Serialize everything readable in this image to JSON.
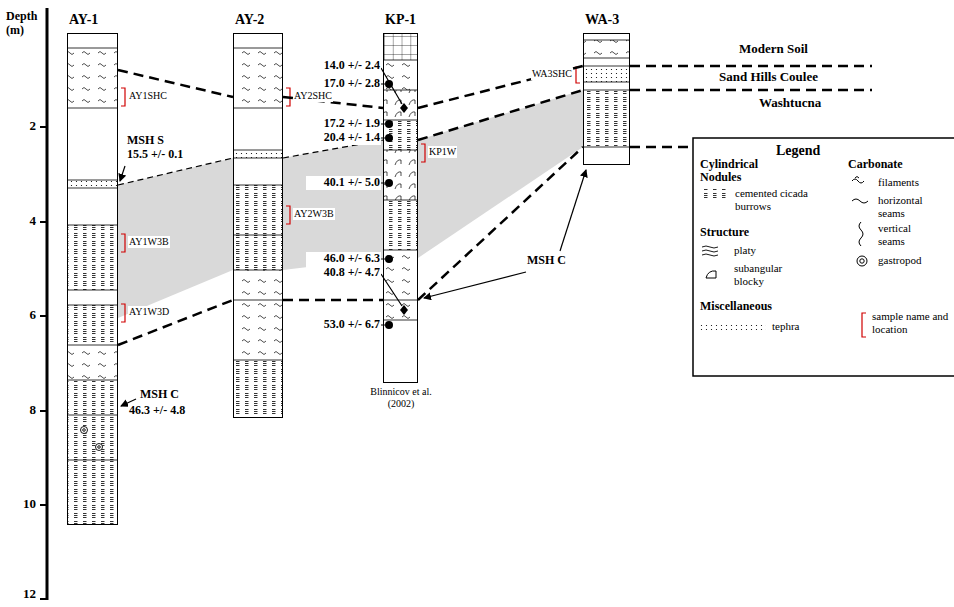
{
  "diagram": {
    "nodes": [
      {
        "text": [
          "AY-1"
        ]
      },
      {
        "text": [
          "AY-2"
        ]
      },
      {
        "text": [
          "KP-1"
        ]
      },
      {
        "text": [
          "WA-3"
        ]
      }
    ],
    "edges": [
      {
        "from": 0,
        "to": 1,
        "arrow": "none"
      },
      {
        "from": 0,
        "to": 1,
        "arrow": "none"
      },
      {
        "from": 0,
        "to": 1,
        "arrow": "none"
      },
      {
        "from": 1,
        "to": 2,
        "arrow": "none"
      },
      {
        "from": 1,
        "to": 2,
        "arrow": "none"
      },
      {
        "from": 1,
        "to": 2,
        "arrow": "none"
      },
      {
        "from": 2,
        "to": 3,
        "arrow": "none"
      },
      {
        "from": 2,
        "to": 3,
        "arrow": "none"
      },
      {
        "from": 2,
        "to": 3,
        "arrow": "none"
      }
    ],
    "labels": [
      "Depth (m)",
      "2",
      "4",
      "6",
      "8",
      "10",
      "12",
      "AY1SHC",
      "MSH S",
      "15.5 +/- 0.1",
      "AY1W3B",
      "AY1W3D",
      "MSH C",
      "46.3 +/- 4.8",
      "AY2SHC",
      "AY2W3B",
      "14.0 +/- 2.4",
      "17.0 +/- 2.8",
      "17.2 +/- 1.9",
      "20.4 +/- 1.4",
      "40.1 +/- 5.0",
      "46.0 +/- 6.3",
      "40.8 +/- 4.7",
      "53.0 +/- 6.7",
      "Blinnicov et al. (2002)",
      "KP1W",
      "WA3SHC",
      "MSH C",
      "Modern Soil",
      "Sand Hills Coulee",
      "Washtucna",
      "Legend",
      "Cylindrical",
      "Nodules",
      "Carbonate",
      "Structure",
      "Miscellaneous"
    ],
    "legend": [
      {
        "text": "cemented cicada burrows"
      },
      {
        "text": "filaments"
      },
      {
        "text": "horizontal seams"
      },
      {
        "text": "vertical seams"
      },
      {
        "text": "gastropod"
      },
      {
        "text": "platy"
      },
      {
        "text": "subangular blocky"
      },
      {
        "text": "tephra"
      },
      {
        "text": "sample name and location"
      }
    ]
  }
}
